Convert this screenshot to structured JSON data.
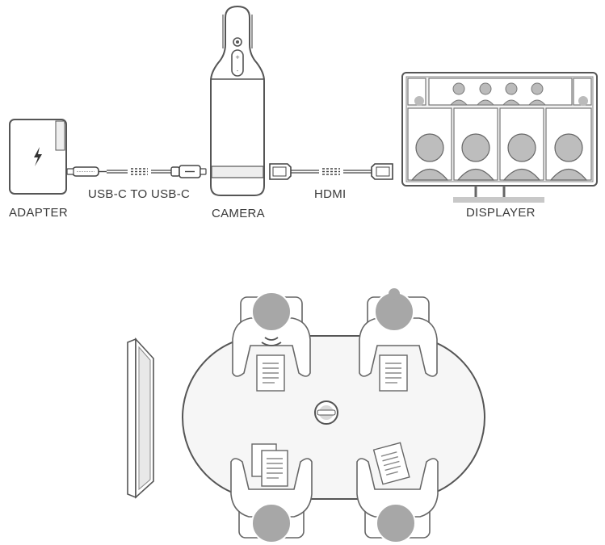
{
  "labels": {
    "adapter": "ADAPTER",
    "cable_usb": "USB-C TO USB-C",
    "camera": "CAMERA",
    "cable_hdmi": "HDMI",
    "display": "DISPLAYER"
  },
  "colors": {
    "stroke": "#555555",
    "light_fill": "#f4f4f4",
    "head_fill": "#a7a7a7",
    "screen_fill": "#bdbdbd"
  },
  "icons": {
    "adapter": "lightning-bolt-icon",
    "signal": "sound-wave-icon"
  }
}
